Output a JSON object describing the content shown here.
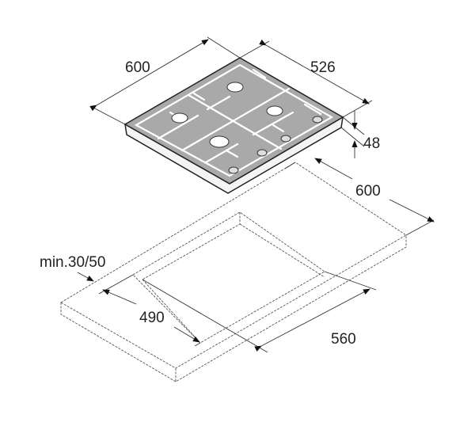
{
  "diagram": {
    "subject": "gas-hob-installation",
    "dimensions": {
      "hob_width": "600",
      "hob_depth": "526",
      "hob_height": "48",
      "counter_depth": "600",
      "counter_thickness": "min.30/50",
      "cutout_depth": "490",
      "cutout_width": "560"
    },
    "colors": {
      "hob_surface": "#a9a9a9",
      "outline": "#222222"
    }
  }
}
